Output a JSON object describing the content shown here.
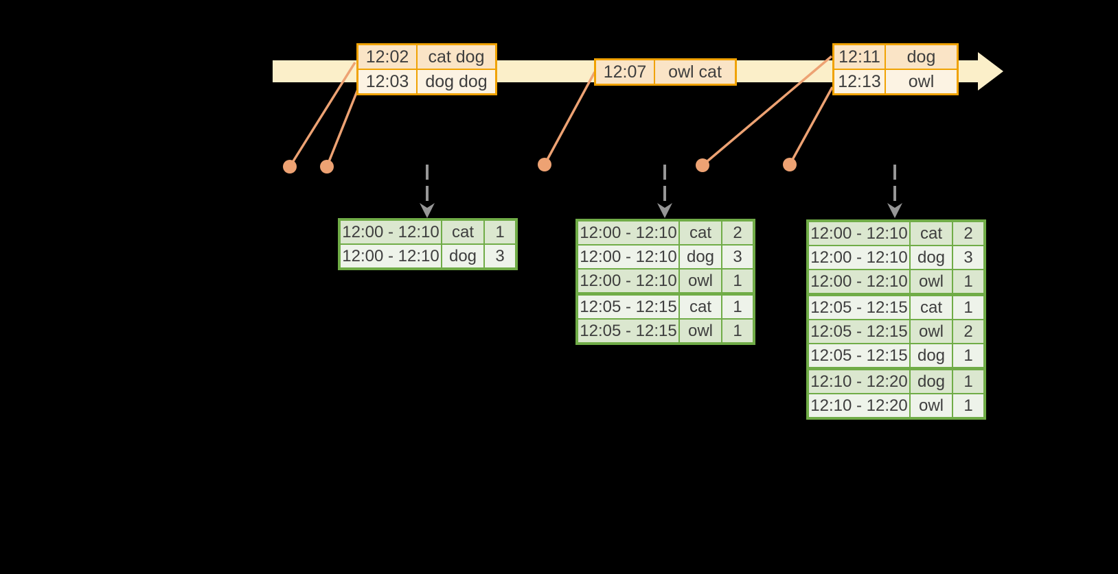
{
  "colors": {
    "background": "#000000",
    "timeline_fill": "#FBEFC9",
    "event_table_border": "#F0A202",
    "event_row_peach": "#FAE4C6",
    "event_row_cream": "#FCF3E3",
    "connector_salmon": "#EDA273",
    "trigger_arrow_gray": "#979797",
    "result_table_border": "#70AC47",
    "result_row_dark": "#DBE7CF",
    "result_row_light": "#EEF3EA",
    "text": "#3E3E3E"
  },
  "event_tables": [
    {
      "rows": [
        {
          "time": "12:02",
          "data": "cat dog"
        },
        {
          "time": "12:03",
          "data": "dog dog"
        }
      ]
    },
    {
      "rows": [
        {
          "time": "12:07",
          "data": "owl cat"
        }
      ]
    },
    {
      "rows": [
        {
          "time": "12:11",
          "data": "dog"
        },
        {
          "time": "12:13",
          "data": "owl"
        }
      ]
    }
  ],
  "result_tables": [
    {
      "rows": [
        {
          "window": "12:00 - 12:10",
          "word": "cat",
          "count": "1"
        },
        {
          "window": "12:00 - 12:10",
          "word": "dog",
          "count": "3"
        }
      ]
    },
    {
      "rows": [
        {
          "window": "12:00 - 12:10",
          "word": "cat",
          "count": "2"
        },
        {
          "window": "12:00 - 12:10",
          "word": "dog",
          "count": "3"
        },
        {
          "window": "12:00 - 12:10",
          "word": "owl",
          "count": "1"
        },
        {
          "window": "12:05 - 12:15",
          "word": "cat",
          "count": "1"
        },
        {
          "window": "12:05 - 12:15",
          "word": "owl",
          "count": "1"
        }
      ]
    },
    {
      "rows": [
        {
          "window": "12:00 - 12:10",
          "word": "cat",
          "count": "2"
        },
        {
          "window": "12:00 - 12:10",
          "word": "dog",
          "count": "3"
        },
        {
          "window": "12:00 - 12:10",
          "word": "owl",
          "count": "1"
        },
        {
          "window": "12:05 - 12:15",
          "word": "cat",
          "count": "1"
        },
        {
          "window": "12:05 - 12:15",
          "word": "owl",
          "count": "2"
        },
        {
          "window": "12:05 - 12:15",
          "word": "dog",
          "count": "1"
        },
        {
          "window": "12:10 - 12:20",
          "word": "dog",
          "count": "1"
        },
        {
          "window": "12:10 - 12:20",
          "word": "owl",
          "count": "1"
        }
      ]
    }
  ]
}
